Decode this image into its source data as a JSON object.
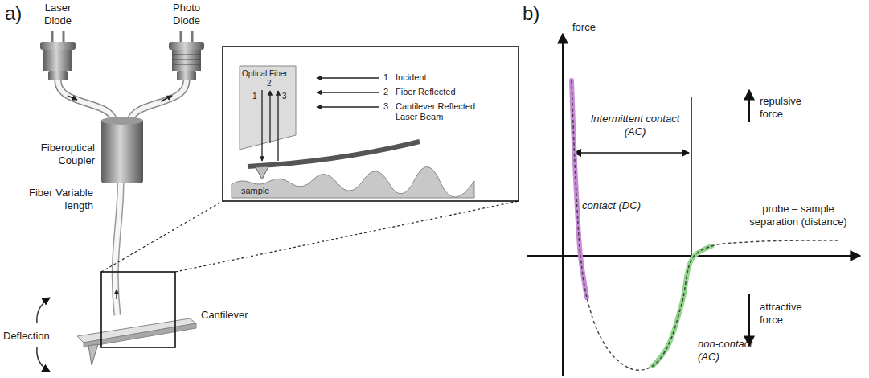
{
  "diagram": {
    "labels": [
      "a)",
      "b)",
      "Laser Diode",
      "Photo Diode",
      "Fiberoptical Coupler",
      "Fiber Variable length",
      "Cantilever",
      "Deflection",
      "Optical Fiber",
      "1",
      "2",
      "3",
      "1",
      "Incident",
      "2",
      "Fiber Reflected",
      "3",
      "Cantilever Reflected Laser Beam",
      "sample",
      "force",
      "Intermittent contact (AC)",
      "repulsive force",
      "probe – sample separation (distance)",
      "contact (DC)",
      "attractive force",
      "non-contact (AC)"
    ]
  }
}
